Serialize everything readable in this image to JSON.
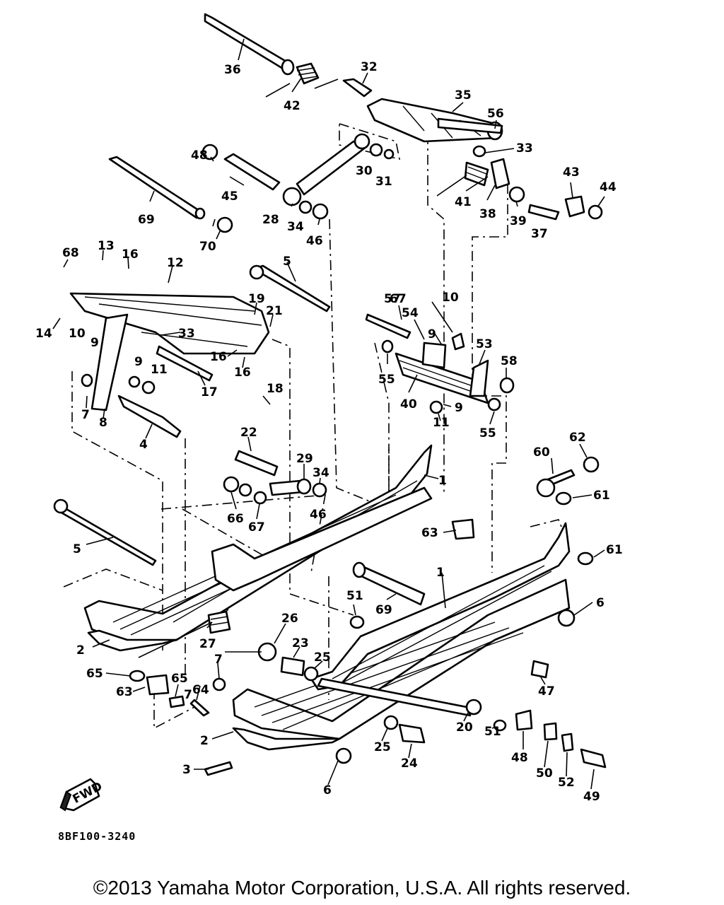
{
  "diagram_code": "8BF100-3240",
  "copyright": "©2013 Yamaha Motor Corporation, U.S.A. All rights reserved.",
  "fwd_label": "FWD",
  "callouts": [
    "1",
    "1",
    "2",
    "2",
    "3",
    "4",
    "5",
    "5",
    "6",
    "6",
    "7",
    "7",
    "7",
    "8",
    "9",
    "9",
    "9",
    "9",
    "10",
    "10",
    "11",
    "11",
    "12",
    "13",
    "14",
    "16",
    "16",
    "16",
    "17",
    "18",
    "19",
    "20",
    "21",
    "22",
    "23",
    "24",
    "25",
    "25",
    "26",
    "27",
    "28",
    "29",
    "30",
    "31",
    "32",
    "33",
    "33",
    "34",
    "34",
    "35",
    "36",
    "37",
    "38",
    "39",
    "40",
    "41",
    "42",
    "43",
    "44",
    "45",
    "46",
    "46",
    "47",
    "48",
    "48",
    "49",
    "50",
    "51",
    "51",
    "52",
    "53",
    "54",
    "55",
    "55",
    "56",
    "57",
    "58",
    "60",
    "61",
    "61",
    "62",
    "63",
    "63",
    "64",
    "65",
    "65",
    "66",
    "67",
    "67",
    "68",
    "69",
    "69",
    "70"
  ]
}
